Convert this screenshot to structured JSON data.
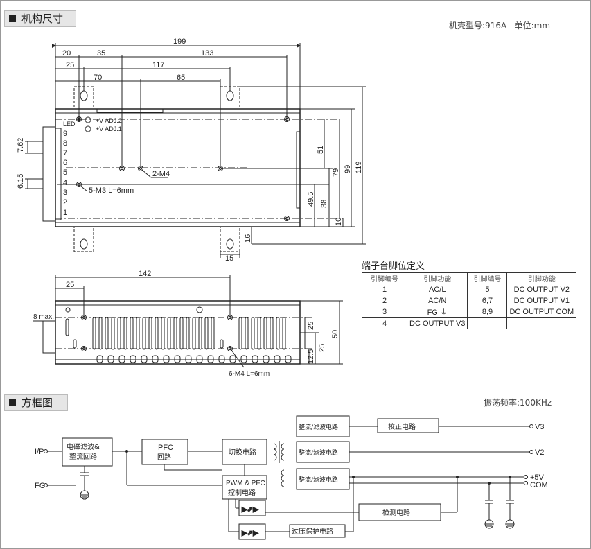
{
  "header1": {
    "title": "机构尺寸"
  },
  "info1": {
    "case_label": "机壳型号:916A",
    "unit_label": "单位:mm"
  },
  "dims_top": {
    "d199": "199",
    "d20": "20",
    "d35": "35",
    "d133": "133",
    "d25": "25",
    "d117": "117",
    "d70": "70",
    "d65": "65",
    "d51": "51",
    "d79": "79",
    "d99": "99",
    "d119": "119",
    "d49_5": "49.5",
    "d38": "38",
    "d10": "10",
    "d16": "16",
    "d15": "15",
    "d7_62": "7.62",
    "d6_15": "6.15"
  },
  "board": {
    "led": "LED",
    "vadj2": "+V ADJ.2",
    "vadj1": "+V ADJ.1",
    "screw_2m4": "2-M4",
    "screw_5m3": "5-M3 L=6mm",
    "terminals": [
      "9",
      "8",
      "7",
      "6",
      "5",
      "4",
      "3",
      "2",
      "1"
    ]
  },
  "dims_side": {
    "d142": "142",
    "d25": "25",
    "d8max": "8 max.",
    "d25a": "25",
    "d25b": "25",
    "d12_5": "12.5",
    "d50": "50",
    "screw_6m4": "6-M4 L=6mm"
  },
  "pin_table": {
    "title": "端子台脚位定义",
    "headers": [
      "引脚编号",
      "引脚功能",
      "引脚编号",
      "引脚功能"
    ],
    "rows": [
      [
        "1",
        "AC/L",
        "5",
        "DC OUTPUT V2"
      ],
      [
        "2",
        "AC/N",
        "6,7",
        "DC OUTPUT V1"
      ],
      [
        "3",
        "FG ⏚",
        "8,9",
        "DC OUTPUT COM"
      ],
      [
        "4",
        "DC OUTPUT V3",
        "",
        ""
      ]
    ]
  },
  "header2": {
    "title": "方框图"
  },
  "info2": {
    "freq": "振荡频率:100KHz"
  },
  "block": {
    "ip": "I/P",
    "fg": "FG",
    "emi_line1": "电磁滤波&",
    "emi_line2": "整流回路",
    "pfc_line1": "PFC",
    "pfc_line2": "回路",
    "switch": "切换电路",
    "pwm_line1": "PWM & PFC",
    "pwm_line2": "控制电路",
    "rect1": "整流/滤波电路",
    "rect2": "整流/滤波电路",
    "rect3": "整流/滤波电路",
    "correct": "校正电路",
    "detect": "检测电路",
    "ovp": "过压保护电路",
    "v3": "V3",
    "v2": "V2",
    "v5": "+5V",
    "com": "COM"
  }
}
